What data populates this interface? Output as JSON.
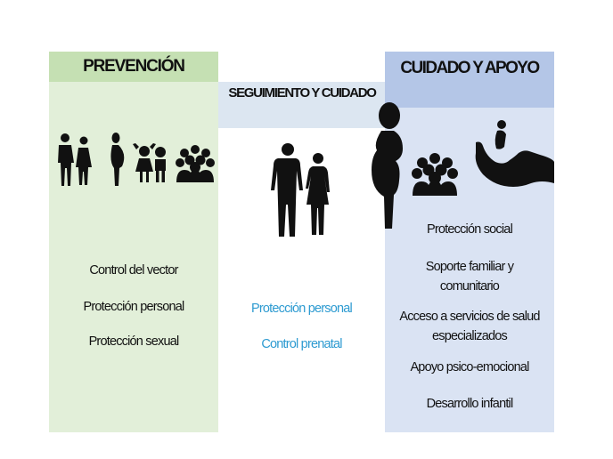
{
  "prevencion": {
    "title": "PREVENCIÓN",
    "items": [
      "Control del vector",
      "Protección personal",
      "Protección sexual"
    ],
    "color_header": "#c5e0b3",
    "color_body": "#e2efd9"
  },
  "seguimiento": {
    "title": "SEGUIMIENTO Y CUIDADO",
    "items": [
      "Protección personal",
      "Control prenatal"
    ],
    "text_color": "#2e9bd1"
  },
  "cuidado": {
    "title": "CUIDADO Y APOYO",
    "items": [
      "Protección social",
      "Soporte familiar y comunitario",
      "Acceso a servicios de salud especializados",
      "Apoyo psico-emocional",
      "Desarrollo infantil"
    ],
    "color_header": "#b4c6e7",
    "color_body": "#dae3f3"
  },
  "icons": [
    "couple-icon",
    "pregnant-woman-icon",
    "children-icon",
    "group-icon",
    "couple-large-icon",
    "pregnant-woman-large-icon",
    "group-icon",
    "hand-holding-baby-icon"
  ]
}
